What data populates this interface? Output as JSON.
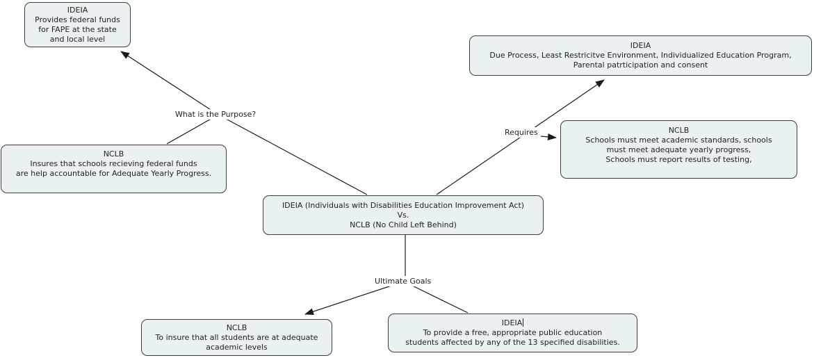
{
  "colors": {
    "background": "#ffffff",
    "node_fill": "#eaf1f3",
    "node_border": "#3d3d3d",
    "line": "#1a1a1a",
    "text": "#1f1f1f"
  },
  "nodes": [
    {
      "id": "ideia-purpose",
      "lines": [
        "IDEIA",
        "Provides federal funds",
        "for FAPE at the state",
        "and local level"
      ]
    },
    {
      "id": "ideia-requires",
      "lines": [
        "IDEIA",
        "Due Process, Least Restricitve Environment, Individualized Education Program,",
        "Parental patrticipation and consent"
      ]
    },
    {
      "id": "nclb-purpose",
      "lines": [
        "NCLB",
        "Insures that schools recieving federal funds",
        "are help accountable for Adequate Yearly Progress."
      ]
    },
    {
      "id": "nclb-requires",
      "lines": [
        "NCLB",
        "Schools must meet academic standards, schools",
        "must meet adequate yearly progress,",
        "Schools must report results of testing,"
      ]
    },
    {
      "id": "main-topic",
      "lines": [
        "IDEIA (Individuals with Disabilities Education Improvement Act)",
        "Vs.",
        "NCLB (No Child Left Behind)"
      ]
    },
    {
      "id": "nclb-goals",
      "lines": [
        "NCLB",
        "To insure that all students are at adequate",
        "academic levels"
      ]
    },
    {
      "id": "ideia-goals",
      "lines": [
        "IDEIA",
        "To provide a free, appropriate public education",
        "students affected by any of the 13 specified disabilities."
      ],
      "caret_line": 0
    }
  ],
  "link_labels": {
    "purpose": "What is the Purpose?",
    "requires": "Requires",
    "ultimate_goals": "Ultimate Goals"
  }
}
